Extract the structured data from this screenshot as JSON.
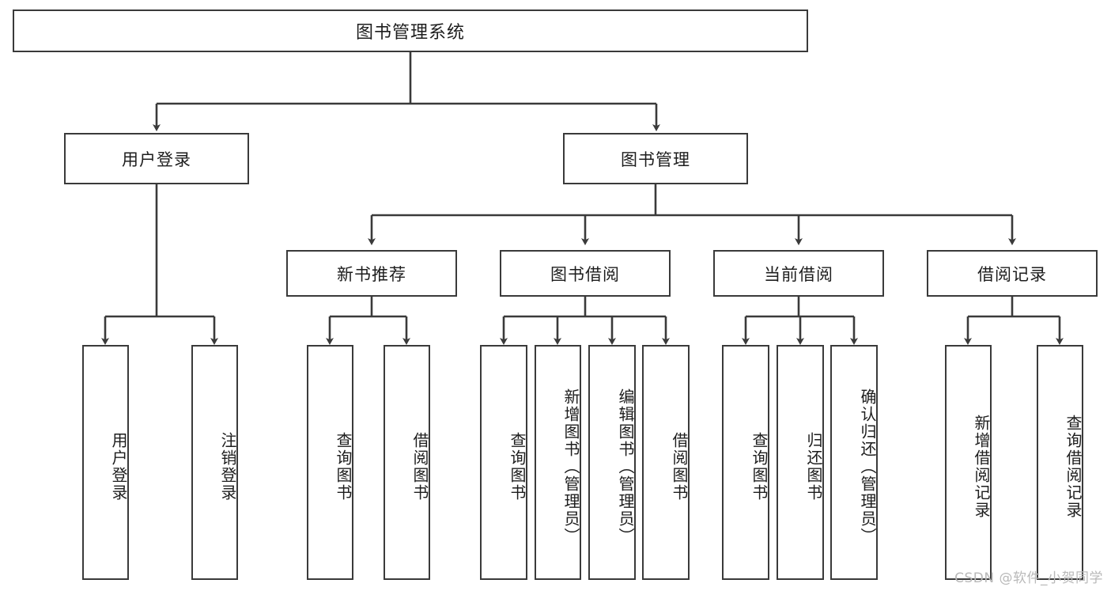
{
  "diagram": {
    "title": "图书管理系统",
    "type": "tree-hierarchy",
    "level2": [
      {
        "label": "用户登录"
      },
      {
        "label": "图书管理"
      }
    ],
    "level3": [
      {
        "label": "新书推荐"
      },
      {
        "label": "图书借阅"
      },
      {
        "label": "当前借阅"
      },
      {
        "label": "借阅记录"
      }
    ],
    "leaves": {
      "user_login": [
        {
          "label": "用户登录"
        },
        {
          "label": "注销登录"
        }
      ],
      "new_book": [
        {
          "label": "查询图书"
        },
        {
          "label": "借阅图书"
        }
      ],
      "book_borrow": [
        {
          "label": "查询图书"
        },
        {
          "label": "新增图书（管理员）"
        },
        {
          "label": "编辑图书（管理员）"
        },
        {
          "label": "借阅图书"
        }
      ],
      "current_borrow": [
        {
          "label": "查询图书"
        },
        {
          "label": "归还图书"
        },
        {
          "label": "确认归还（管理员）"
        }
      ],
      "borrow_record": [
        {
          "label": "新增借阅记录"
        },
        {
          "label": "查询借阅记录"
        }
      ]
    }
  },
  "watermark": {
    "text": "CSDN @软件_小贺同学"
  },
  "colors": {
    "stroke": "#3a3a3a",
    "fill": "#ffffff",
    "text": "#1d1d1d",
    "watermark": "#b9b9b9"
  }
}
